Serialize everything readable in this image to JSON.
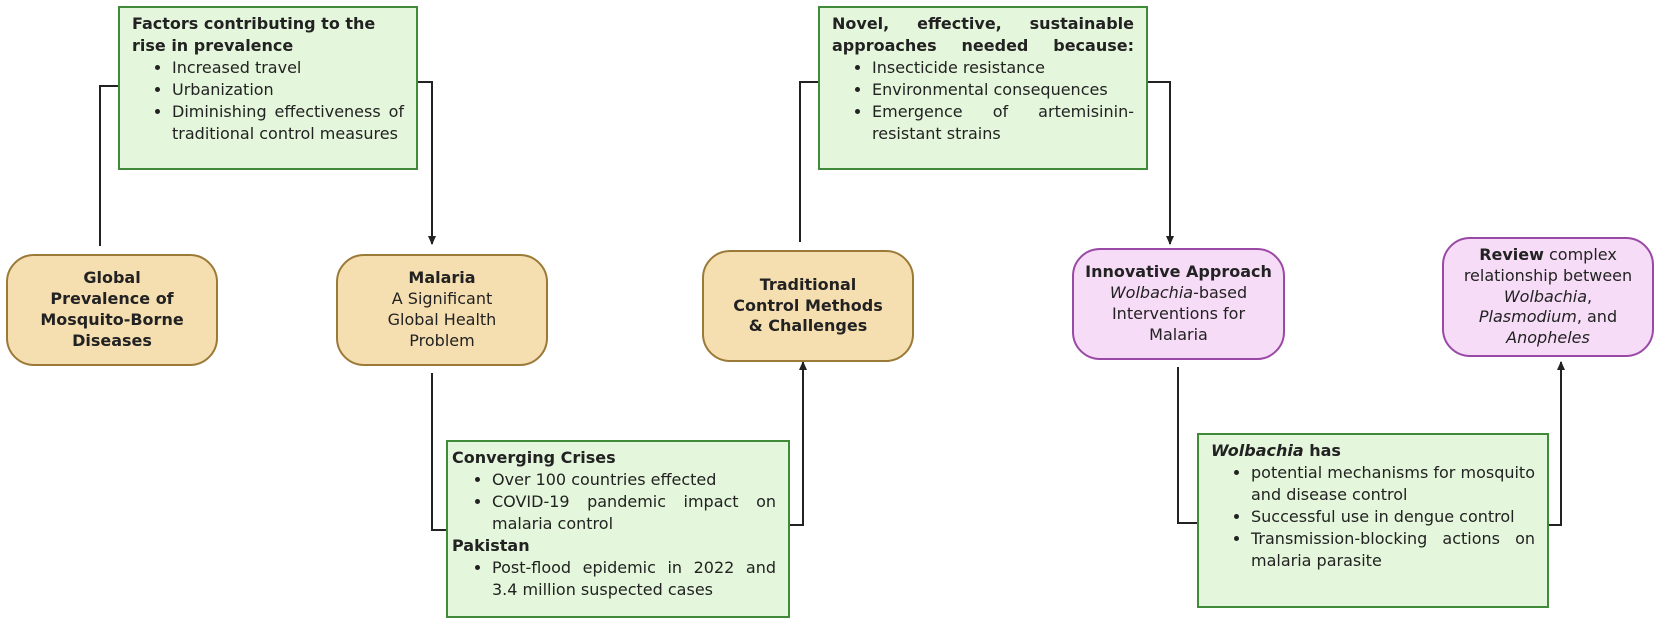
{
  "nodes": {
    "global": {
      "line1": "Global",
      "line2": "Prevalence of",
      "line3": "Mosquito-Borne",
      "line4": "Diseases"
    },
    "malaria": {
      "title": "Malaria",
      "sub1": "A Significant",
      "sub2": "Global Health",
      "sub3": "Problem"
    },
    "traditional": {
      "line1": "Traditional",
      "line2": "Control Methods",
      "line3": "& Challenges"
    },
    "innovative": {
      "title": "Innovative Approach",
      "line1_italic": "Wolbachia",
      "line1_rest": "-based",
      "line2": "Interventions for",
      "line3": "Malaria"
    },
    "review": {
      "bold": "Review",
      "line1_rest": " complex",
      "line2": "relationship between",
      "line3_italic": "Wolbachia",
      "line3_rest": ",",
      "line4_italic": "Plasmodium",
      "line4_rest": ", and",
      "line5_italic": "Anopheles"
    }
  },
  "boxes": {
    "factors": {
      "heading": "Factors contributing to the rise in prevalence",
      "items": [
        "Increased travel",
        "Urbanization",
        "Diminishing effectiveness of traditional control measures"
      ]
    },
    "novel": {
      "heading": "Novel, effective, sustainable approaches needed because:",
      "items": [
        "Insecticide resistance",
        "Environmental consequences",
        "Emergence of artemisinin-resistant strains"
      ]
    },
    "crises": {
      "heading1": "Converging Crises",
      "items1": [
        "Over 100 countries effected",
        "COVID-19 pandemic impact on malaria control"
      ],
      "heading2": "Pakistan",
      "items2": [
        "Post-flood epidemic in 2022 and 3.4 million suspected cases"
      ]
    },
    "wolbachia": {
      "heading_italic": "Wolbachia",
      "heading_rest": " has",
      "items": [
        "potential mechanisms for mosquito and disease control",
        "Successful use in dengue control",
        "Transmission-blocking actions on malaria parasite"
      ]
    }
  },
  "colors": {
    "main_fill": "#f5deb0",
    "main_border": "#9b7a38",
    "purple_fill": "#f7dcf7",
    "purple_border": "#9a49a6",
    "info_fill": "#e4f6db",
    "info_border": "#3f8b3a",
    "connector": "#222222"
  }
}
